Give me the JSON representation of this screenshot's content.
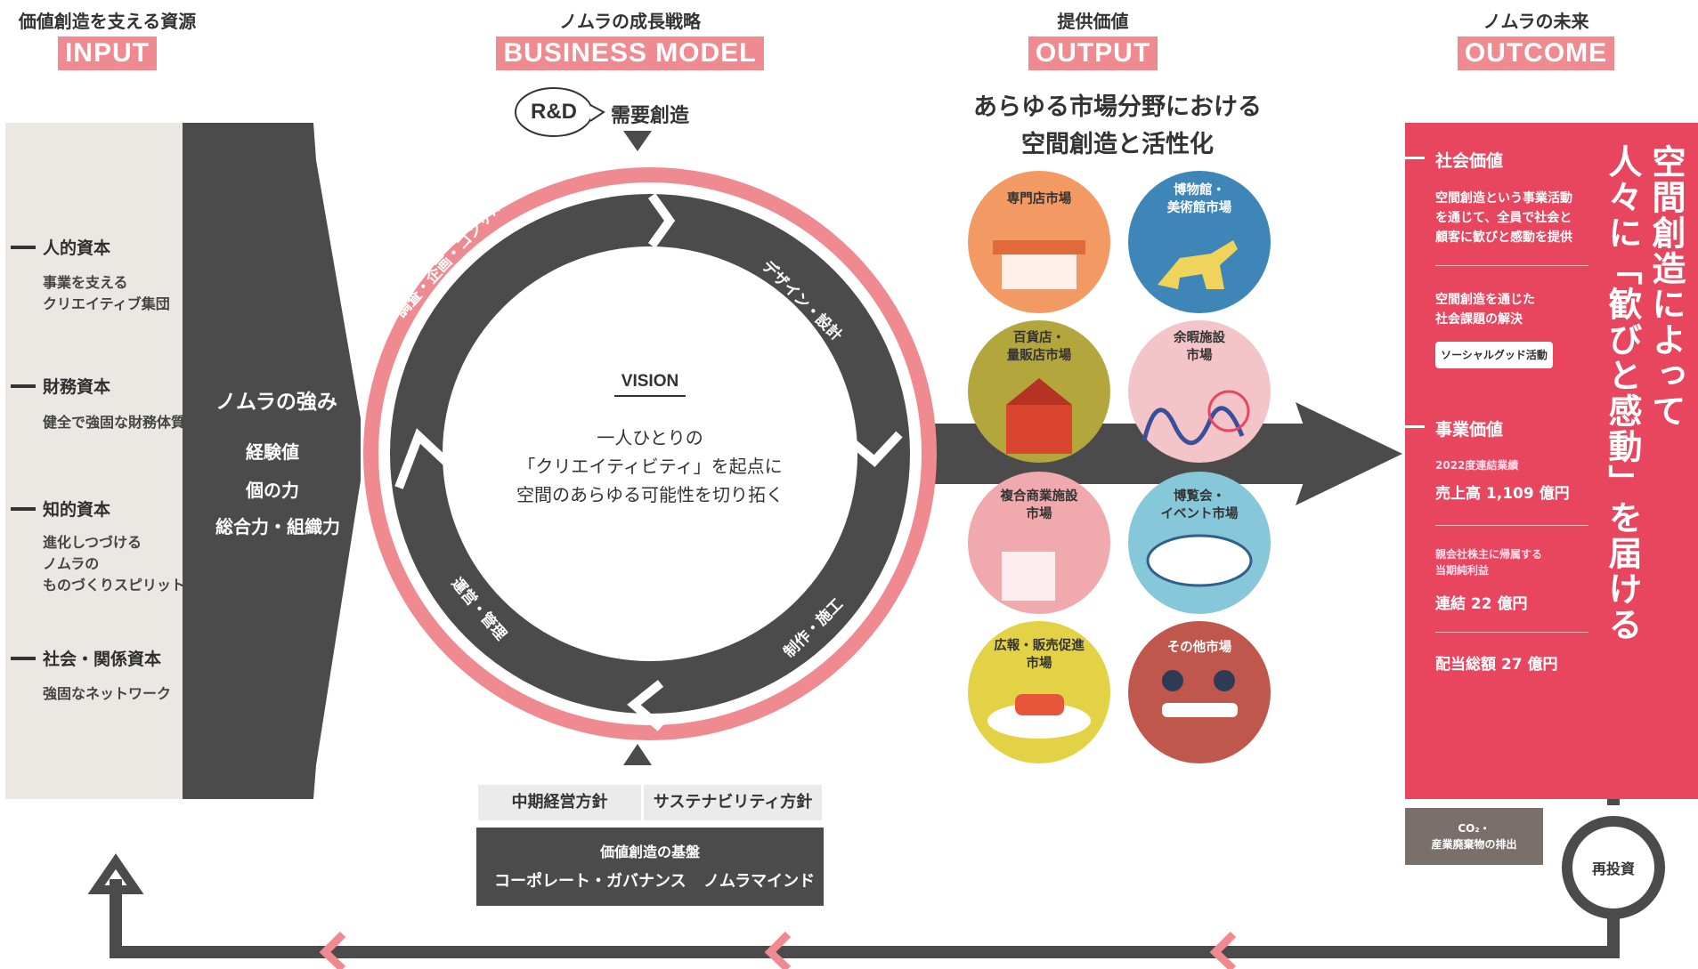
{
  "headers": {
    "input": {
      "sub": "価値創造を支える資源",
      "tag": "INPUT"
    },
    "business": {
      "sub": "ノムラの成長戦略",
      "tag": "BUSINESS MODEL"
    },
    "output": {
      "sub": "提供価値",
      "tag": "OUTPUT"
    },
    "outcome": {
      "sub": "ノムラの未来",
      "tag": "OUTCOME"
    }
  },
  "input": {
    "capitals": [
      {
        "title": "人的資本",
        "desc": [
          "事業を支える",
          "クリエイティブ集団"
        ]
      },
      {
        "title": "財務資本",
        "desc": [
          "健全で強固な財務体質"
        ]
      },
      {
        "title": "知的資本",
        "desc": [
          "進化しつづける",
          "ノムラの",
          "ものづくりスピリット"
        ]
      },
      {
        "title": "社会・関係資本",
        "desc": [
          "強固なネットワーク"
        ]
      }
    ],
    "strengths_title": "ノムラの強み",
    "strengths": [
      "経験値",
      "個の力",
      "総合力・組織力"
    ]
  },
  "business_model": {
    "rd_label": "R&D",
    "demand_label": "需要創造",
    "segments": [
      "調査・企画・コンサルティング",
      "デザイン・設計",
      "制作・施工",
      "運営・管理"
    ],
    "vision_title": "VISION",
    "vision_lines": [
      "一人ひとりの",
      "「クリエイティビティ」を起点に",
      "空間のあらゆる可能性を切り拓く"
    ],
    "policies": [
      "中期経営方針",
      "サステナビリティ方針"
    ],
    "foundation_title": "価値創造の基盤",
    "foundation_items": [
      "コーポレート・ガバナンス",
      "ノムラマインド"
    ]
  },
  "output": {
    "headline": [
      "あらゆる市場分野における",
      "空間創造と活性化"
    ],
    "markets": [
      {
        "lines": [
          "専門店市場"
        ],
        "color": "#f39a64"
      },
      {
        "lines": [
          "博物館・",
          "美術館市場"
        ],
        "color": "#3e86b8"
      },
      {
        "lines": [
          "百貨店・",
          "量販店市場"
        ],
        "color": "#b3a63c"
      },
      {
        "lines": [
          "余暇施設",
          "市場"
        ],
        "color": "#f3c4c8"
      },
      {
        "lines": [
          "複合商業施設",
          "市場"
        ],
        "color": "#f0a9ad"
      },
      {
        "lines": [
          "博覧会・",
          "イベント市場"
        ],
        "color": "#86c7d9"
      },
      {
        "lines": [
          "広報・販売促進",
          "市場"
        ],
        "color": "#e3d245"
      },
      {
        "lines": [
          "その他市場"
        ],
        "color": "#c0574d"
      }
    ]
  },
  "outcome": {
    "social_title": "社会価値",
    "social_desc": [
      "空間創造という事業活動",
      "を通じて、全員で社会と",
      "顧客に歓びと感動を提供"
    ],
    "social_desc2": [
      "空間創造を通じた",
      "社会課題の解決"
    ],
    "social_badge": "ソーシャルグッド活動",
    "business_title": "事業価値",
    "fy_label": "2022度連結業績",
    "sales": "売上高 1,109 億円",
    "profit_label": [
      "親会社株主に帰属する",
      "当期純利益"
    ],
    "profit": "連結 22 億円",
    "dividend": "配当総額 27 億円",
    "vertical_message": [
      "空間創造によって",
      "人々に「歓びと感動」を届ける"
    ],
    "emissions": [
      "CO₂・",
      "産業廃棄物の排出"
    ],
    "reinvest": "再投資"
  },
  "colors": {
    "pink": "#f08a91",
    "red": "#e8465e",
    "dark": "#4b4b4b",
    "panel": "#ebe8e3"
  }
}
